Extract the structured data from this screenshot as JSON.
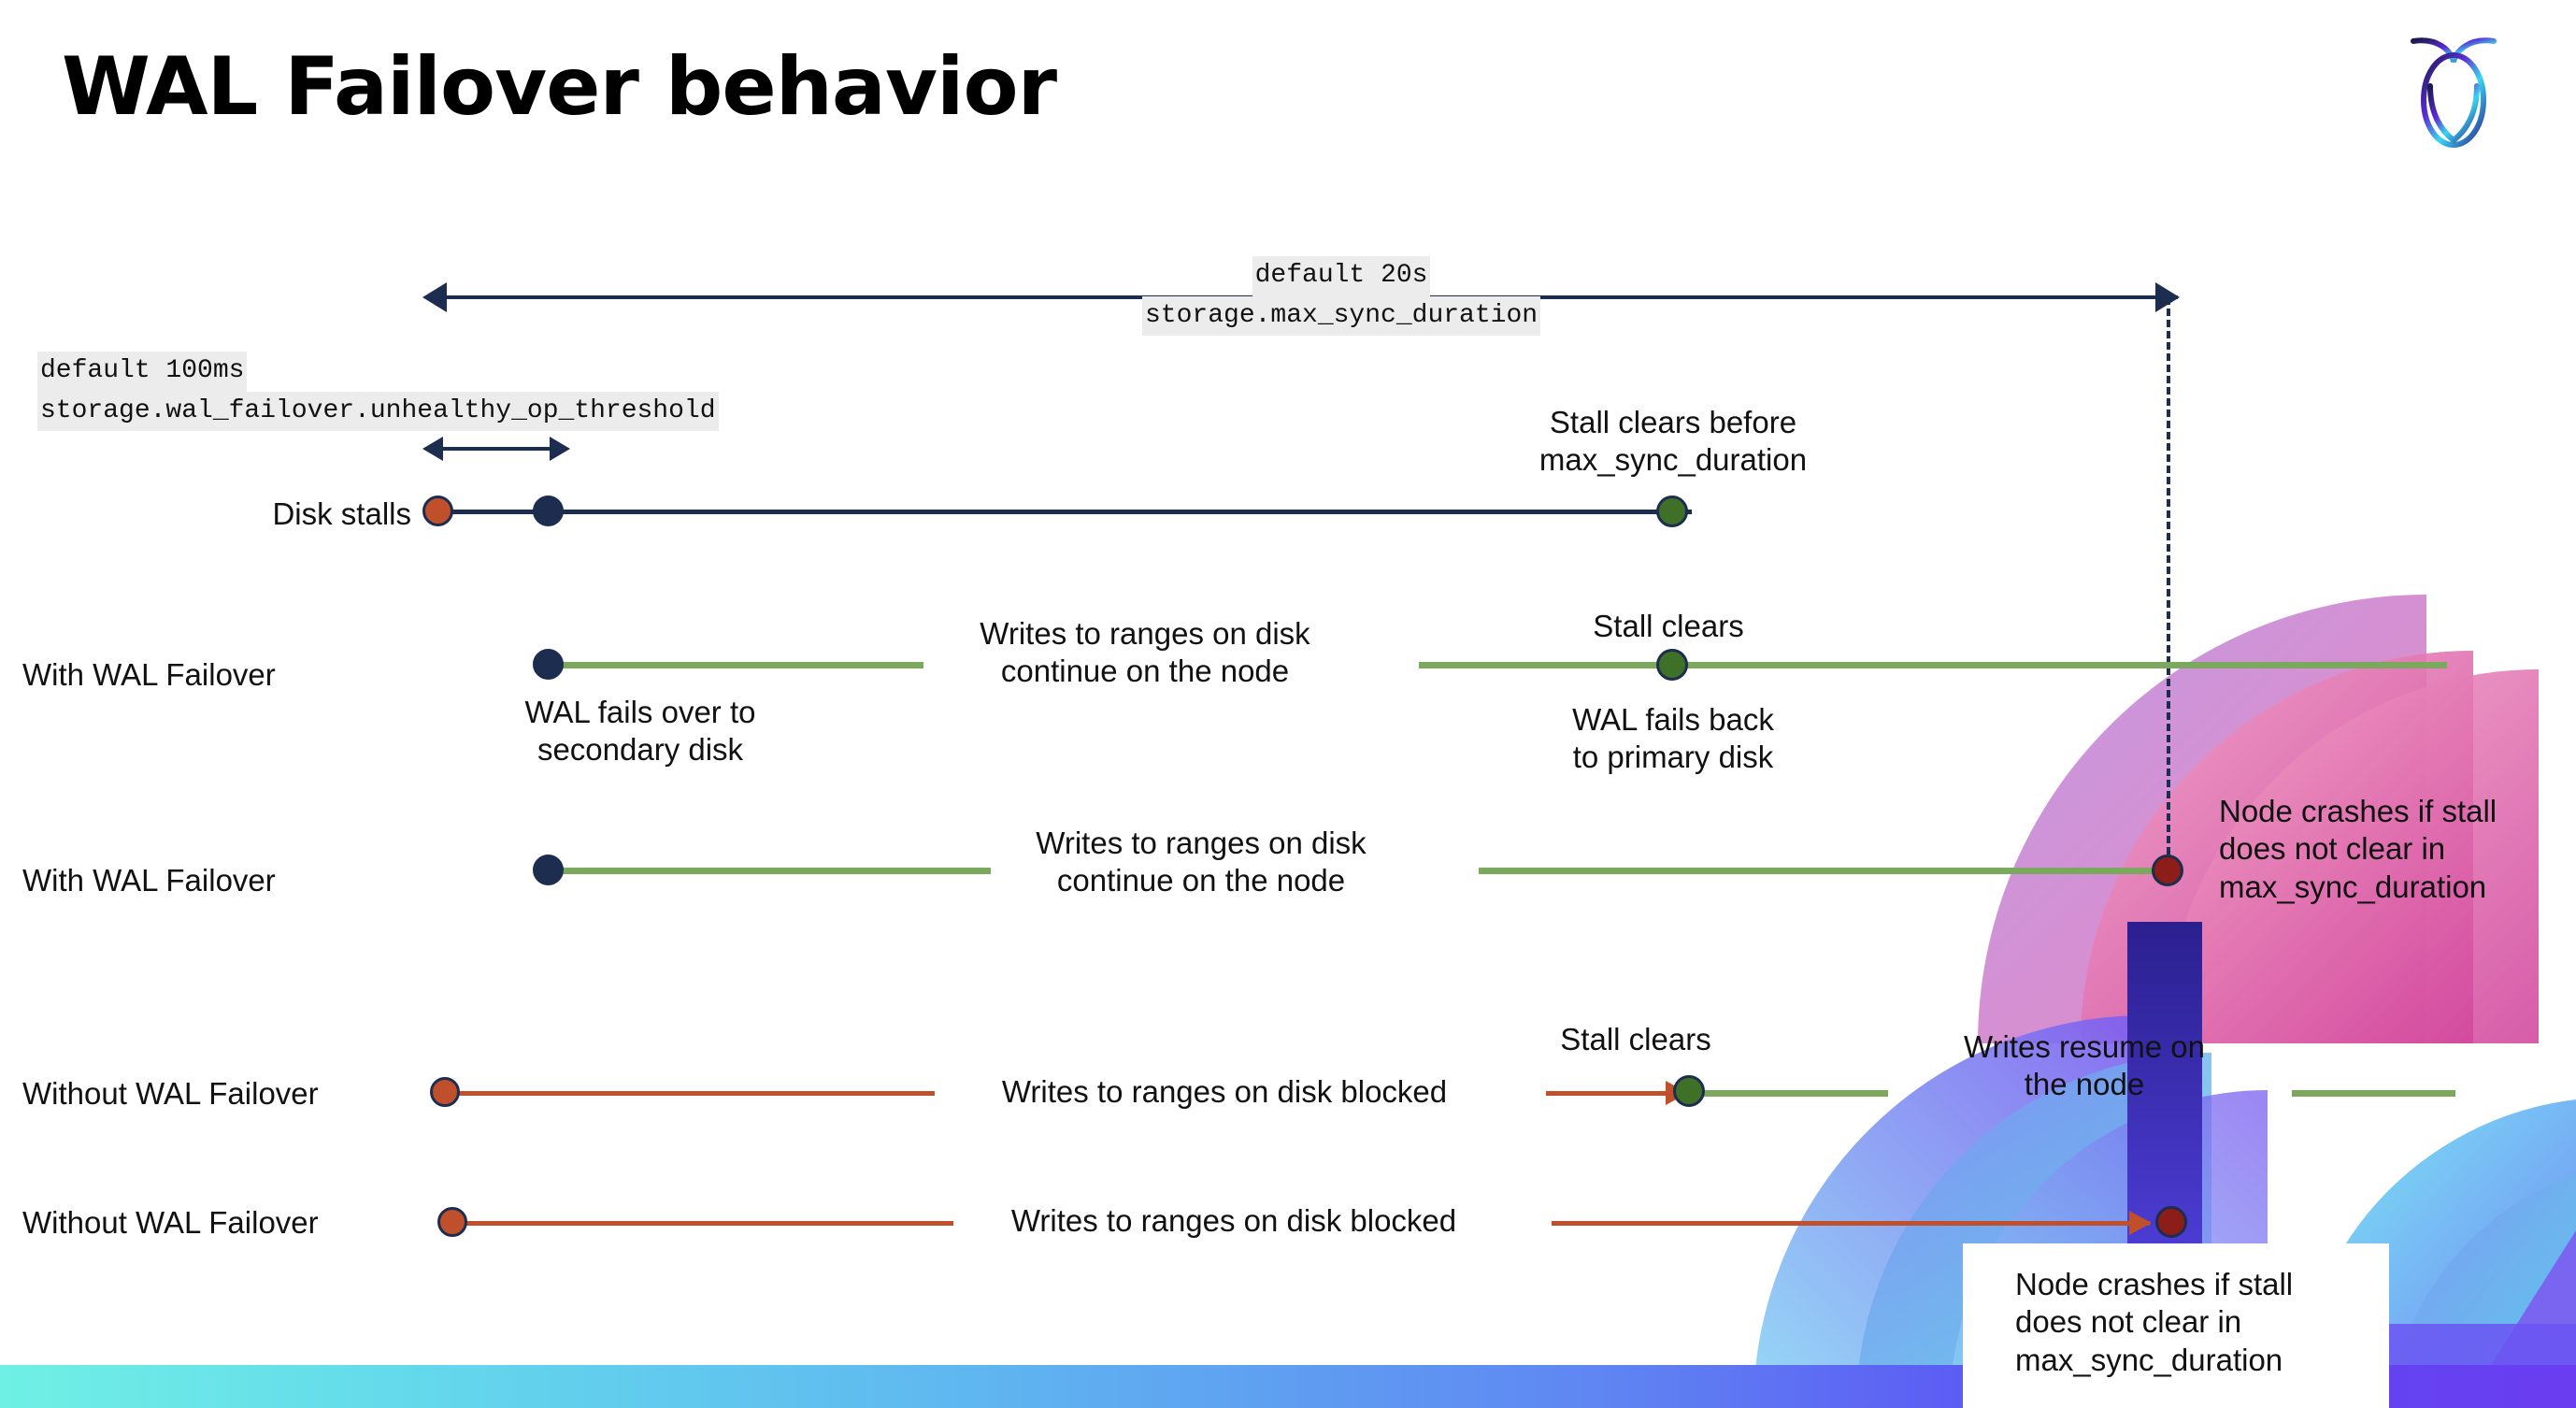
{
  "slide": {
    "title": "WAL Failover behavior",
    "logo_name": "cockroachdb-logo",
    "background_accent": "#5b4bf4",
    "bottom_bar_gradient_start": "#6ff0e4",
    "bottom_bar_gradient_end": "#6a3df0"
  },
  "annotations": {
    "max_sync": {
      "line1": "default 20s",
      "line2": "storage.max_sync_duration"
    },
    "unhealthy_threshold": {
      "line1": "default 100ms",
      "line2": "storage.wal_failover.unhealthy_op_threshold"
    }
  },
  "timelines": [
    {
      "id": "disk-stalls",
      "label": "Disk stalls",
      "notes": [
        {
          "id": "stall-clears-before",
          "text": "Stall clears before\nmax_sync_duration"
        }
      ],
      "markers": [
        {
          "id": "stall-start",
          "kind": "red-dot"
        },
        {
          "id": "threshold-reached",
          "kind": "navy-dot"
        },
        {
          "id": "stall-cleared",
          "kind": "green-dot"
        }
      ]
    },
    {
      "id": "with-wal-failover-recovers",
      "label": "With WAL Failover",
      "notes": [
        {
          "id": "failover-note",
          "text": "WAL fails over to\nsecondary disk"
        },
        {
          "id": "writes-continue-note",
          "text": "Writes to ranges on disk\ncontinue on the node"
        },
        {
          "id": "stall-clears-note",
          "text": "Stall clears"
        },
        {
          "id": "fail-back-note",
          "text": "WAL fails  back\nto primary disk"
        }
      ],
      "markers": [
        {
          "id": "failover-point",
          "kind": "navy-dot"
        },
        {
          "id": "stall-cleared",
          "kind": "green-dot"
        }
      ]
    },
    {
      "id": "with-wal-failover-crashes",
      "label": "With WAL Failover",
      "notes": [
        {
          "id": "writes-continue-note",
          "text": "Writes to ranges on disk\ncontinue on the node"
        },
        {
          "id": "node-crashes-note",
          "text": "Node crashes if stall\ndoes not clear in\nmax_sync_duration"
        }
      ],
      "markers": [
        {
          "id": "failover-point",
          "kind": "navy-dot"
        },
        {
          "id": "node-crash",
          "kind": "dark-red-dot"
        }
      ]
    },
    {
      "id": "without-wal-failover-recovers",
      "label": "Without WAL Failover",
      "notes": [
        {
          "id": "writes-blocked-note",
          "text": "Writes to ranges on disk  blocked"
        },
        {
          "id": "stall-clears-note",
          "text": "Stall clears"
        },
        {
          "id": "writes-resume-note",
          "text": "Writes resume on\nthe node"
        }
      ],
      "markers": [
        {
          "id": "stall-start",
          "kind": "red-dot"
        },
        {
          "id": "stall-cleared",
          "kind": "green-dot"
        }
      ]
    },
    {
      "id": "without-wal-failover-crashes",
      "label": "Without WAL Failover",
      "notes": [
        {
          "id": "writes-blocked-note",
          "text": "Writes to ranges on disk  blocked"
        },
        {
          "id": "node-crashes-note",
          "text": "Node crashes if stall\ndoes not clear in\nmax_sync_duration"
        }
      ],
      "markers": [
        {
          "id": "stall-start",
          "kind": "red-dot"
        },
        {
          "id": "node-crash",
          "kind": "dark-red-dot"
        }
      ]
    }
  ],
  "colors": {
    "navy": "#1d2d4f",
    "red": "#c0502c",
    "dark_red": "#8c1d18",
    "green_line": "#7aa85c",
    "green_dot": "#3e7028",
    "code_bg": "#ececec"
  }
}
